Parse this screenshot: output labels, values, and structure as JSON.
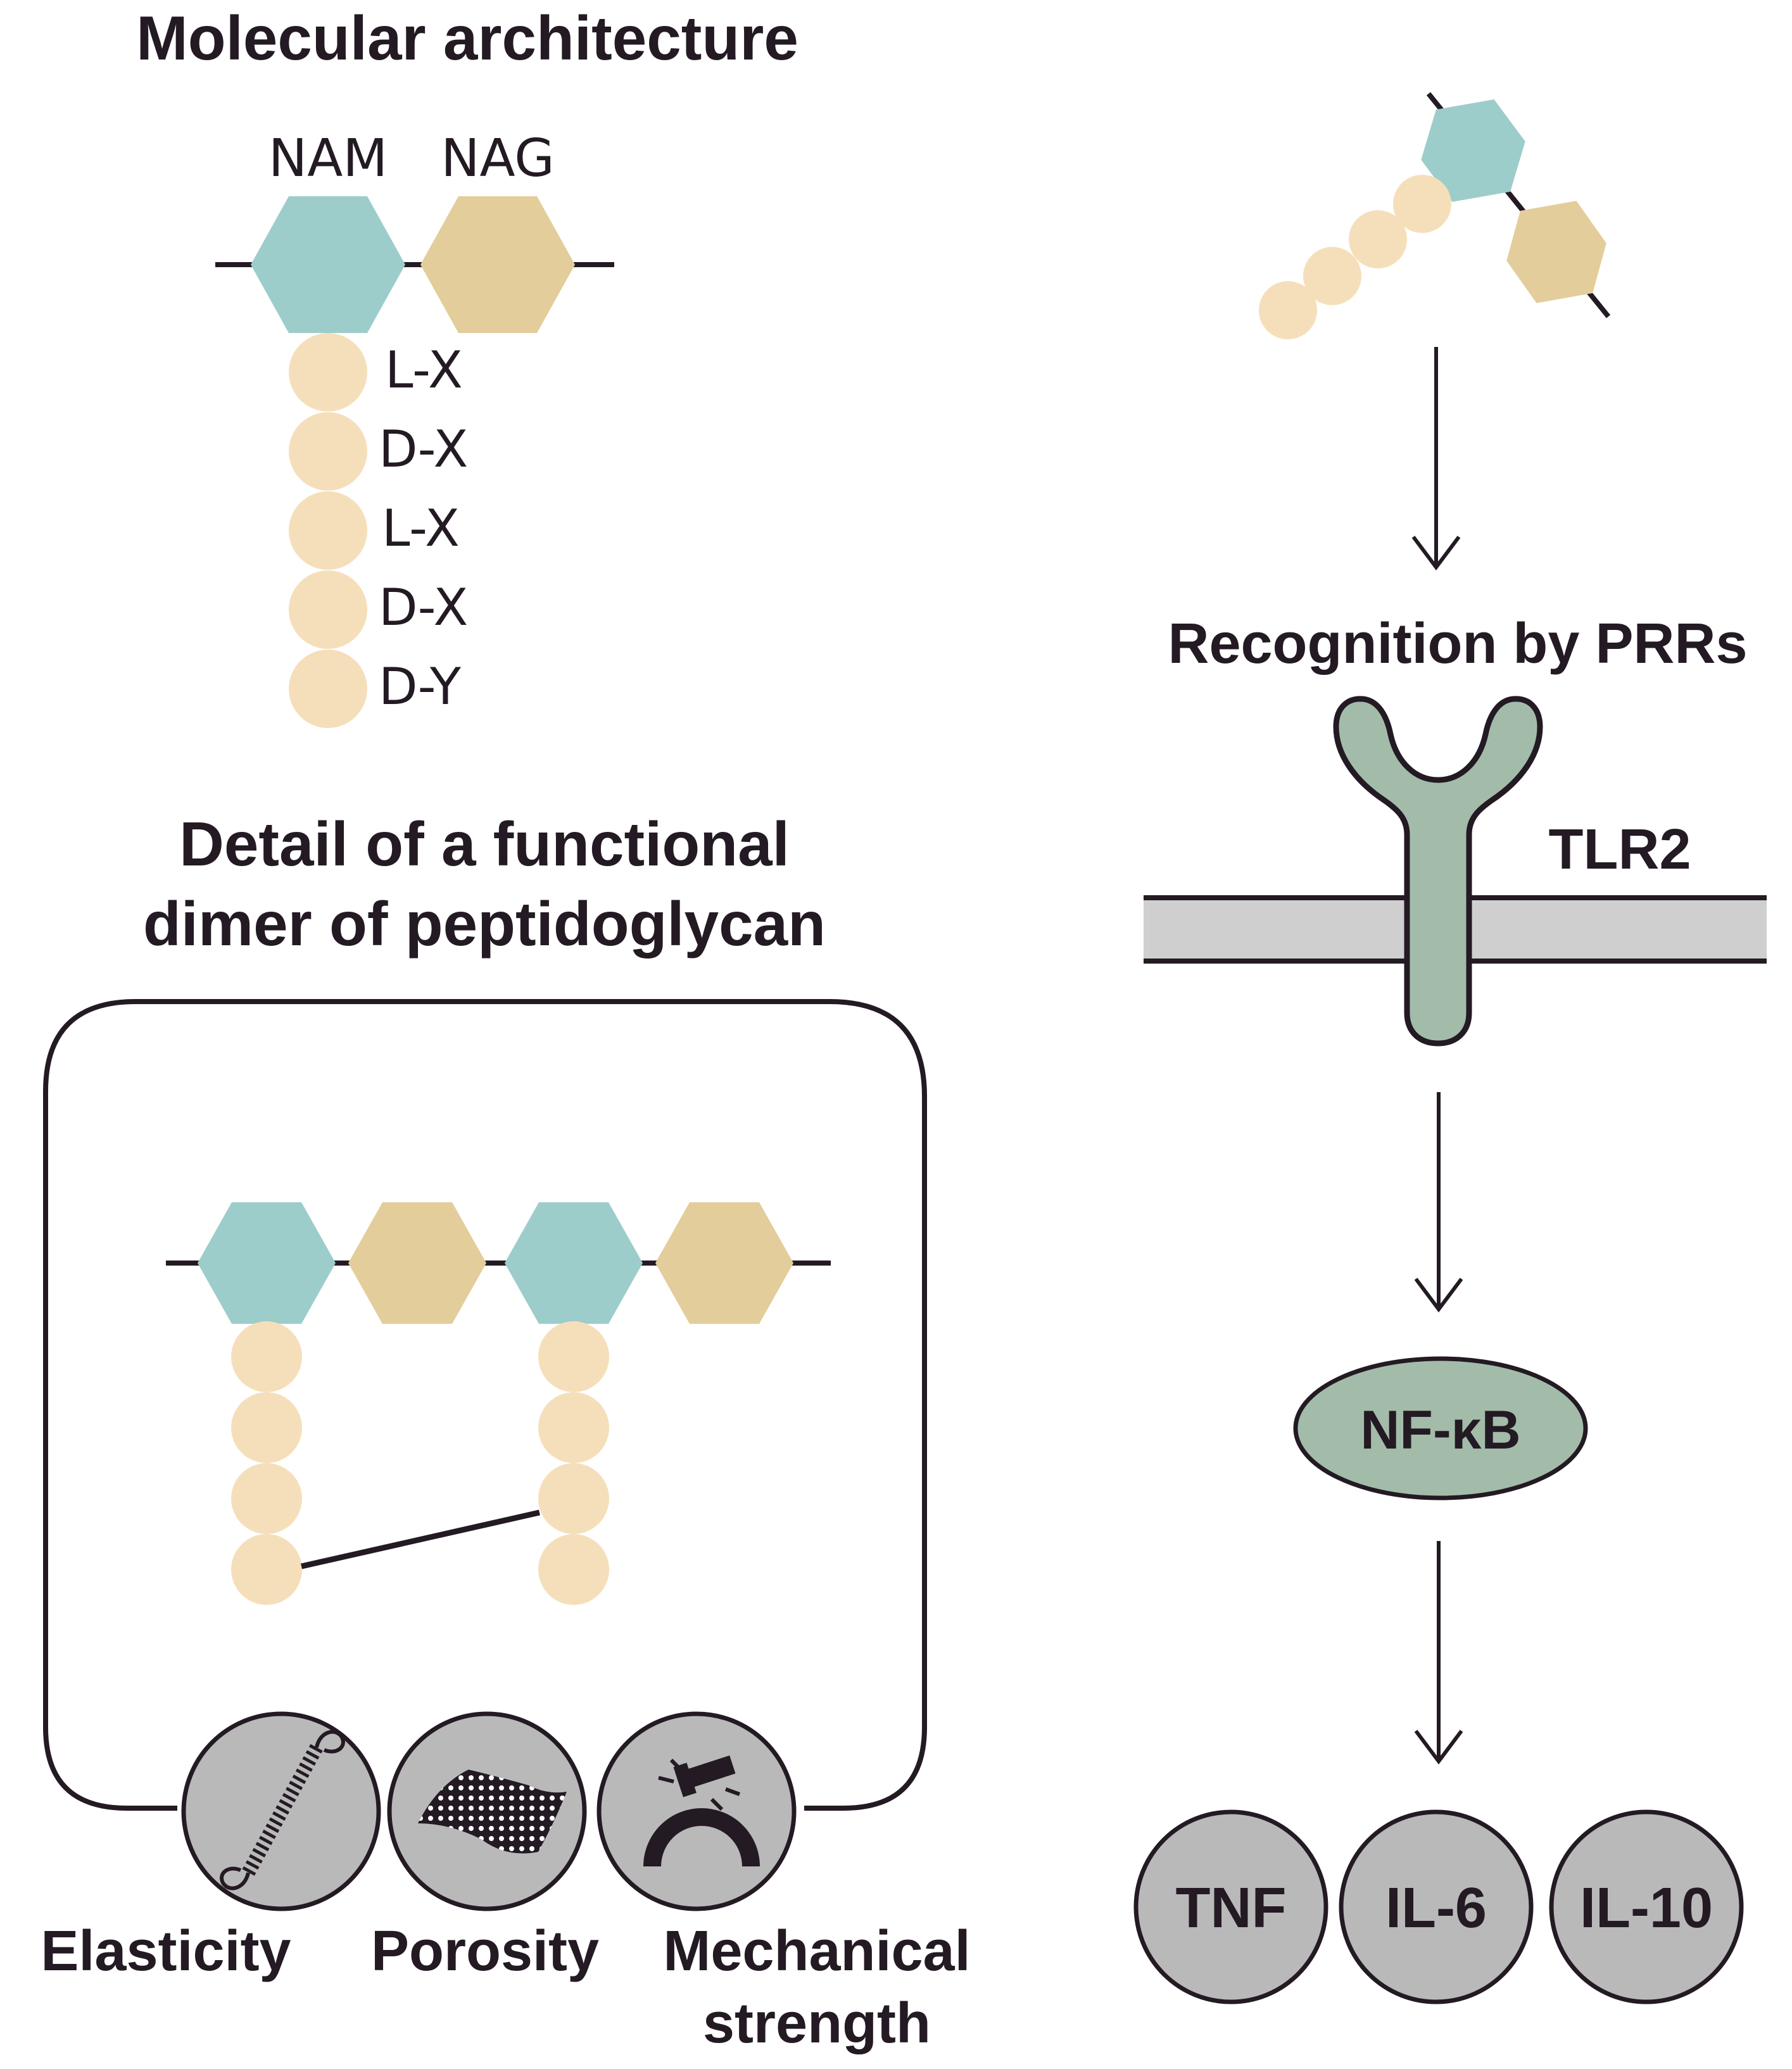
{
  "titles": {
    "molecular_architecture": "Molecular architecture",
    "dimer_line1": "Detail of a functional",
    "dimer_line2": "dimer of peptidoglycan",
    "recognition": "Recognition by PRRs"
  },
  "sugars": {
    "nam": "NAM",
    "nag": "NAG"
  },
  "peptide_labels": [
    "L-X",
    "D-X",
    "L-X",
    "D-X",
    "D-Y"
  ],
  "properties": {
    "elasticity": "Elasticity",
    "porosity": "Porosity",
    "mechanical_line1": "Mechanical",
    "mechanical_line2": "strength"
  },
  "receptor": {
    "label": "TLR2"
  },
  "transcription_factor": {
    "label": "NF-κB"
  },
  "cytokines": [
    "TNF",
    "IL-6",
    "IL-10"
  ],
  "colors": {
    "nam": "#9dcdca",
    "nag": "#e3cd9a",
    "peptide": "#f5dfba",
    "receptor": "#a3bcaa",
    "membrane": "#cfcfcf",
    "icon_circle": "#b9b9b9",
    "text": "#231a23"
  }
}
